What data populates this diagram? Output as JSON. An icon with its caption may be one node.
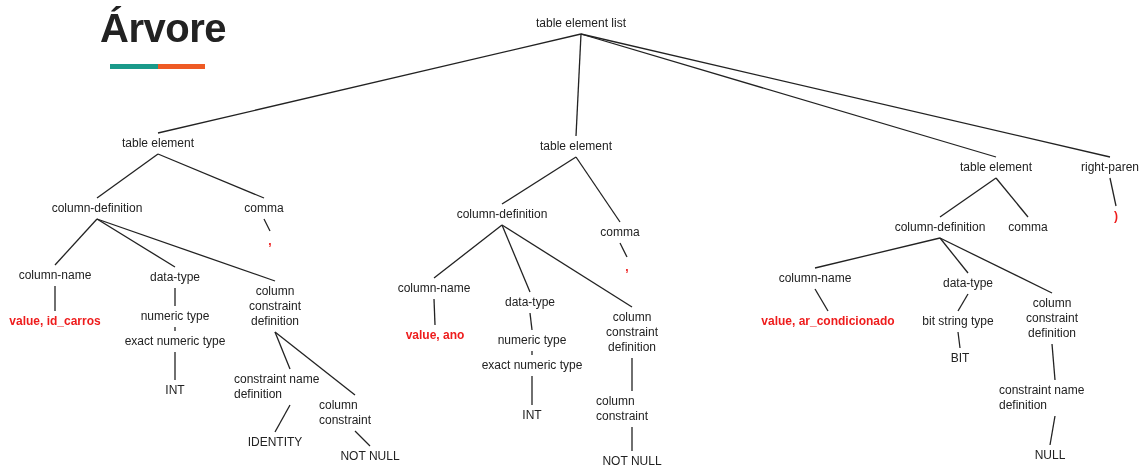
{
  "diagram": {
    "title": "Árvore",
    "nodes": [
      {
        "text": [
          "table element list"
        ]
      },
      {
        "text": [
          "table element"
        ]
      },
      {
        "text": [
          "column-definition"
        ]
      },
      {
        "text": [
          "column-name"
        ]
      },
      {
        "text": [
          "value, id_carros"
        ]
      },
      {
        "text": [
          "data-type"
        ]
      },
      {
        "text": [
          "numeric type"
        ]
      },
      {
        "text": [
          "exact numeric type"
        ]
      },
      {
        "text": [
          "INT"
        ]
      },
      {
        "text": [
          "column constraint definition"
        ]
      },
      {
        "text": [
          "constraint name definition"
        ]
      },
      {
        "text": [
          "IDENTITY"
        ]
      },
      {
        "text": [
          "column constraint"
        ]
      },
      {
        "text": [
          "NOT NULL"
        ]
      },
      {
        "text": [
          "comma"
        ]
      },
      {
        "text": [
          ","
        ]
      },
      {
        "text": [
          "table element"
        ]
      },
      {
        "text": [
          "column-definition"
        ]
      },
      {
        "text": [
          "column-name"
        ]
      },
      {
        "text": [
          "value, ano"
        ]
      },
      {
        "text": [
          "data-type"
        ]
      },
      {
        "text": [
          "numeric type"
        ]
      },
      {
        "text": [
          "exact numeric type"
        ]
      },
      {
        "text": [
          "INT"
        ]
      },
      {
        "text": [
          "column constraint definition"
        ]
      },
      {
        "text": [
          "column constraint"
        ]
      },
      {
        "text": [
          "NOT NULL"
        ]
      },
      {
        "text": [
          "comma"
        ]
      },
      {
        "text": [
          ","
        ]
      },
      {
        "text": [
          "table element"
        ]
      },
      {
        "text": [
          "column-definition"
        ]
      },
      {
        "text": [
          "column-name"
        ]
      },
      {
        "text": [
          "value, ar_condicionado"
        ]
      },
      {
        "text": [
          "data-type"
        ]
      },
      {
        "text": [
          "bit string type"
        ]
      },
      {
        "text": [
          "BIT"
        ]
      },
      {
        "text": [
          "column constraint definition"
        ]
      },
      {
        "text": [
          "constraint name definition"
        ]
      },
      {
        "text": [
          "NULL"
        ]
      },
      {
        "text": [
          "comma"
        ]
      },
      {
        "text": [
          "right-paren"
        ]
      },
      {
        "text": [
          ")"
        ]
      }
    ],
    "edges": [
      {
        "from": 0,
        "to": 1,
        "arrow": "none"
      },
      {
        "from": 0,
        "to": 16,
        "arrow": "none"
      },
      {
        "from": 0,
        "to": 29,
        "arrow": "none"
      },
      {
        "from": 0,
        "to": 40,
        "arrow": "none"
      },
      {
        "from": 1,
        "to": 2,
        "arrow": "none"
      },
      {
        "from": 1,
        "to": 14,
        "arrow": "none"
      },
      {
        "from": 2,
        "to": 3,
        "arrow": "none"
      },
      {
        "from": 2,
        "to": 5,
        "arrow": "none"
      },
      {
        "from": 2,
        "to": 9,
        "arrow": "none"
      },
      {
        "from": 3,
        "to": 4,
        "arrow": "none"
      },
      {
        "from": 5,
        "to": 6,
        "arrow": "none"
      },
      {
        "from": 6,
        "to": 7,
        "arrow": "none"
      },
      {
        "from": 7,
        "to": 8,
        "arrow": "none"
      },
      {
        "from": 9,
        "to": 10,
        "arrow": "none"
      },
      {
        "from": 9,
        "to": 12,
        "arrow": "none"
      },
      {
        "from": 10,
        "to": 11,
        "arrow": "none"
      },
      {
        "from": 12,
        "to": 13,
        "arrow": "none"
      },
      {
        "from": 14,
        "to": 15,
        "arrow": "none"
      },
      {
        "from": 16,
        "to": 17,
        "arrow": "none"
      },
      {
        "from": 16,
        "to": 27,
        "arrow": "none"
      },
      {
        "from": 17,
        "to": 18,
        "arrow": "none"
      },
      {
        "from": 17,
        "to": 20,
        "arrow": "none"
      },
      {
        "from": 17,
        "to": 24,
        "arrow": "none"
      },
      {
        "from": 18,
        "to": 19,
        "arrow": "none"
      },
      {
        "from": 20,
        "to": 21,
        "arrow": "none"
      },
      {
        "from": 21,
        "to": 22,
        "arrow": "none"
      },
      {
        "from": 22,
        "to": 23,
        "arrow": "none"
      },
      {
        "from": 24,
        "to": 25,
        "arrow": "none"
      },
      {
        "from": 25,
        "to": 26,
        "arrow": "none"
      },
      {
        "from": 27,
        "to": 28,
        "arrow": "none"
      },
      {
        "from": 29,
        "to": 30,
        "arrow": "none"
      },
      {
        "from": 29,
        "to": 39,
        "arrow": "none"
      },
      {
        "from": 30,
        "to": 31,
        "arrow": "none"
      },
      {
        "from": 30,
        "to": 33,
        "arrow": "none"
      },
      {
        "from": 30,
        "to": 36,
        "arrow": "none"
      },
      {
        "from": 31,
        "to": 32,
        "arrow": "none"
      },
      {
        "from": 33,
        "to": 34,
        "arrow": "none"
      },
      {
        "from": 34,
        "to": 35,
        "arrow": "none"
      },
      {
        "from": 36,
        "to": 37,
        "arrow": "none"
      },
      {
        "from": 37,
        "to": 38,
        "arrow": "none"
      },
      {
        "from": 40,
        "to": 41,
        "arrow": "none"
      }
    ]
  }
}
